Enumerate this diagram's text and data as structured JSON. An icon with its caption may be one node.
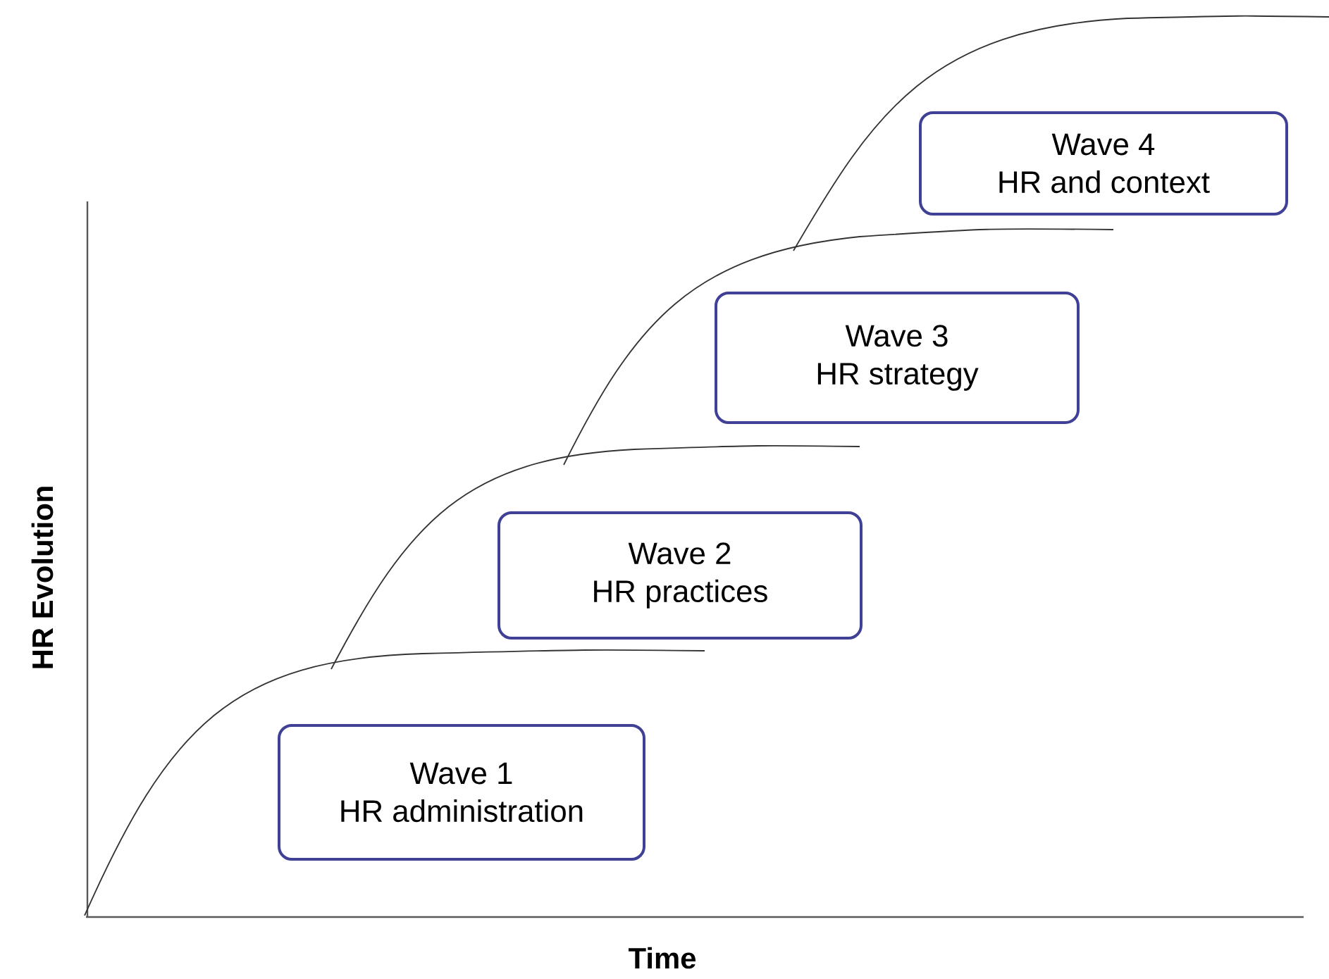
{
  "diagram": {
    "nodes": [
      {
        "text": [
          "Wave 1",
          "HR administration"
        ]
      },
      {
        "text": [
          "Wave 2",
          "HR practices"
        ]
      },
      {
        "text": [
          "Wave 3",
          "HR strategy"
        ]
      },
      {
        "text": [
          "Wave 4",
          "HR and context"
        ]
      }
    ],
    "labels": [
      "HR Evolution",
      "Time"
    ]
  }
}
